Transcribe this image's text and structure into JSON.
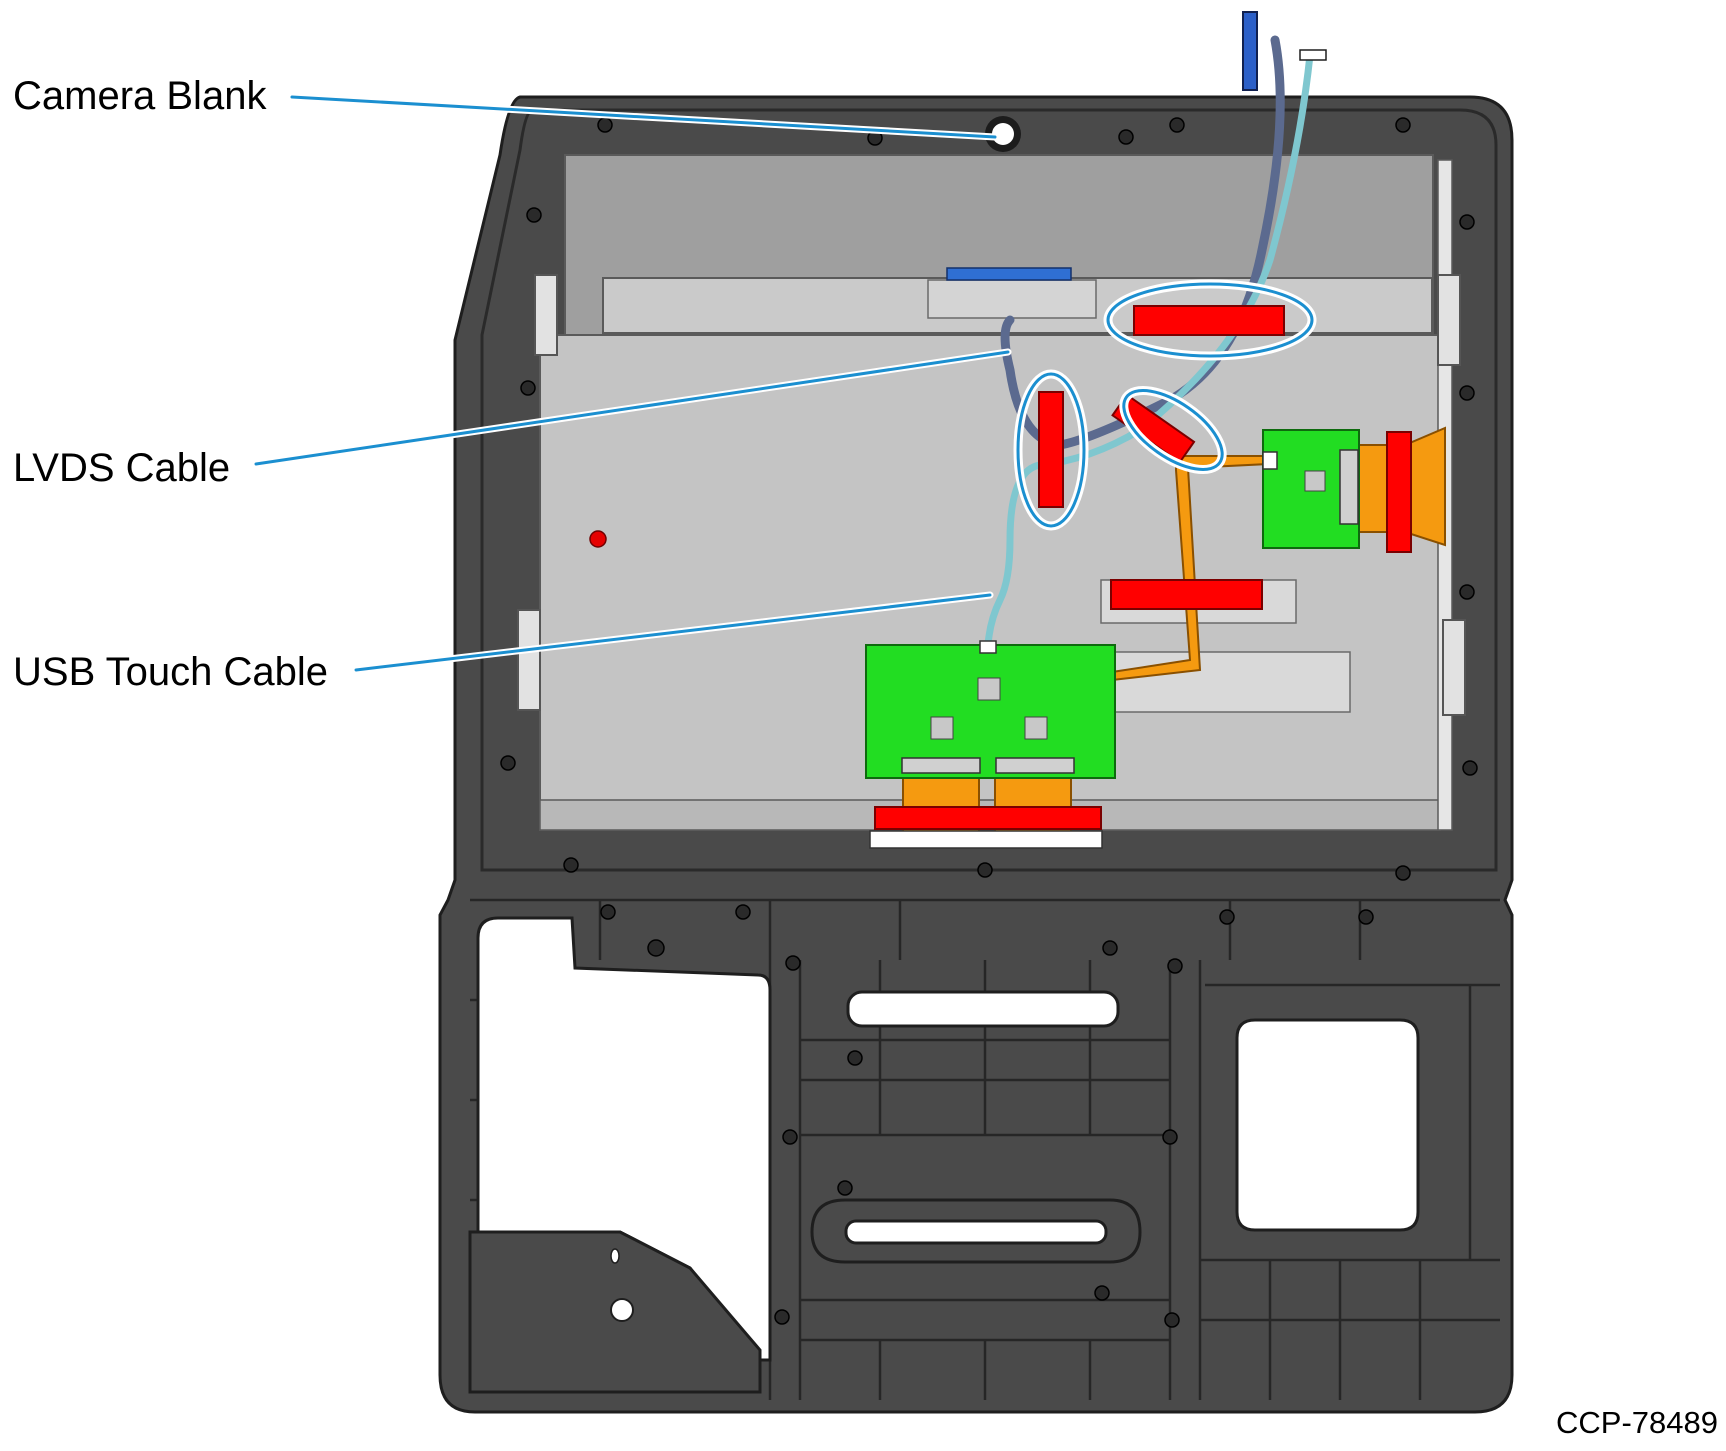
{
  "figure_id": "CCP-78489",
  "callouts": [
    {
      "id": "camera-blank",
      "label": "Camera Blank"
    },
    {
      "id": "lvds-cable",
      "label": "LVDS Cable"
    },
    {
      "id": "usb-touch-cable",
      "label": "USB Touch Cable"
    }
  ],
  "colors": {
    "bezel": "#4a4a4a",
    "bezel_dark": "#2b2b2b",
    "panel": "#c4c4c4",
    "panel_top": "#9f9f9f",
    "pcb": "#22dd22",
    "flex_cable": "#f59a10",
    "tape": "#ff0000",
    "callout_line": "#1b8fd0",
    "lvds_cable": "#5b6a8f",
    "usb_cable": "#7fc7cf"
  }
}
